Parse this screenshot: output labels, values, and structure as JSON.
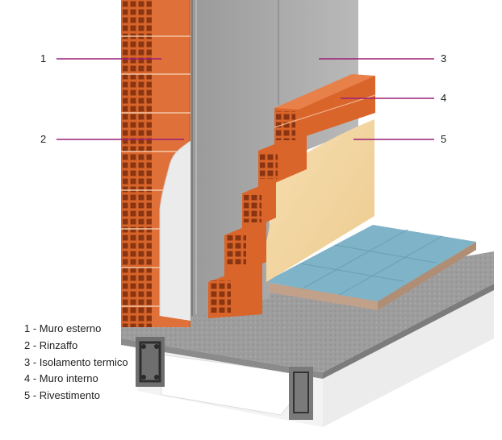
{
  "callouts": [
    {
      "number": "1"
    },
    {
      "number": "2"
    },
    {
      "number": "3"
    },
    {
      "number": "4"
    },
    {
      "number": "5"
    }
  ],
  "legend": [
    {
      "text": "1 - Muro esterno"
    },
    {
      "text": "2 - Rinzaffo"
    },
    {
      "text": "3 - Isolamento termico"
    },
    {
      "text": "4 - Muro interno"
    },
    {
      "text": "5 - Rivestimento"
    }
  ],
  "colors": {
    "leader_line": "#9b1f78",
    "brick": "#d9652a",
    "brick_dark": "#a9461a",
    "render_plaster": "#ebebeb",
    "insulation_panel": "#a9a9a9",
    "finish_coating": "#f4d7a3",
    "floor_tile": "#7fb4c8",
    "concrete": "#9d9d9d",
    "eps_block": "#f1f1f1"
  }
}
